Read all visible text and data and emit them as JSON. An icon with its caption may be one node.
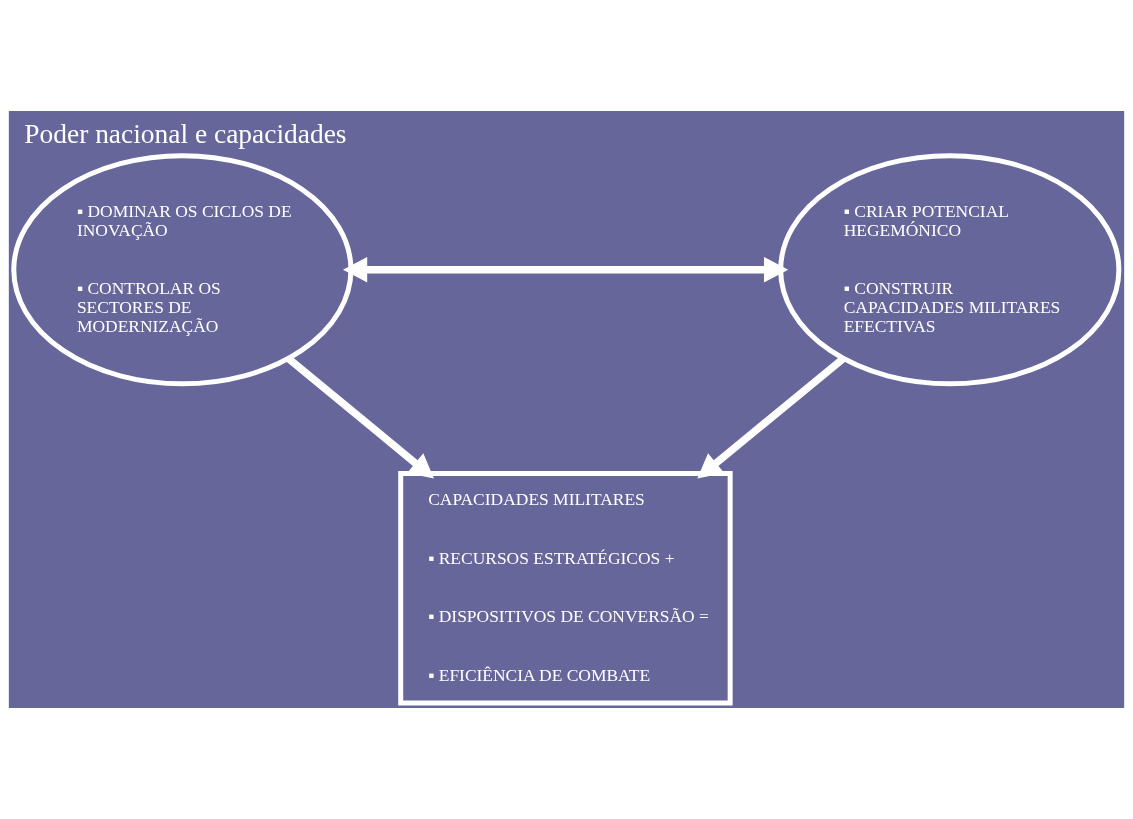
{
  "diagram": {
    "title": "Poder nacional e capacidades",
    "nodes": [
      {
        "text": [
          "▪ DOMINAR OS CICLOS DE INOVAÇÃO",
          "▪ CONTROLAR OS SECTORES DE MODERNIZAÇÃO"
        ]
      },
      {
        "text": [
          "▪ CRIAR POTENCIAL HEGEMÓNICO",
          "▪ CONSTRUIR CAPACIDADES MILITARES EFECTIVAS"
        ]
      },
      {
        "text": [
          "CAPACIDADES MILITARES",
          "▪ RECURSOS ESTRATÉGICOS +",
          "▪ DISPOSITIVOS DE CONVERSÃO =",
          "▪ EFICIÊNCIA DE COMBATE"
        ]
      }
    ],
    "edges": [
      {
        "from": 0,
        "to": 1,
        "arrow": "both"
      },
      {
        "from": 0,
        "to": 2,
        "arrow": "to"
      },
      {
        "from": 1,
        "to": 2,
        "arrow": "to"
      }
    ]
  }
}
